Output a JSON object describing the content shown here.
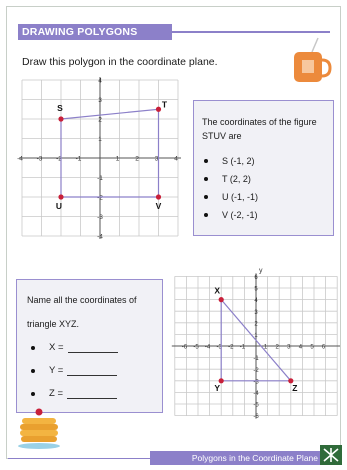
{
  "header": {
    "title": "DRAWING POLYGONS"
  },
  "instruction": "Draw this polygon in the coordinate plane.",
  "graph1": {
    "x_ticks": [
      "-4",
      "-3",
      "-2",
      "-1",
      "1",
      "2",
      "3",
      "4"
    ],
    "y_ticks": [
      "4",
      "3",
      "2",
      "1",
      "-1",
      "-2",
      "-3",
      "-4"
    ],
    "points": [
      {
        "label": "S",
        "x": -2,
        "y": 2
      },
      {
        "label": "T",
        "x": 3,
        "y": 2.5
      },
      {
        "label": "U",
        "x": -2,
        "y": -2
      },
      {
        "label": "V",
        "x": 3,
        "y": -2
      }
    ]
  },
  "box1": {
    "intro": "The coordinates of the figure STUV are",
    "items": [
      "S (-1, 2)",
      "T (2, 2)",
      "U (-1, -1)",
      "V (-2, -1)"
    ]
  },
  "graph2": {
    "axis_x": "x",
    "axis_y": "y",
    "x_ticks": [
      "-6",
      "-5",
      "-4",
      "-3",
      "-2",
      "-1",
      "1",
      "2",
      "3",
      "4",
      "5",
      "6"
    ],
    "y_ticks": [
      "6",
      "5",
      "4",
      "3",
      "2",
      "1",
      "-1",
      "-2",
      "-3",
      "-4",
      "-5",
      "-6"
    ],
    "points": [
      {
        "label": "X",
        "x": -3,
        "y": 4
      },
      {
        "label": "Y",
        "x": -3,
        "y": -3
      },
      {
        "label": "Z",
        "x": 3,
        "y": -3
      }
    ]
  },
  "box2": {
    "intro": "Name all the coordinates of triangle XYZ.",
    "items": [
      "X =",
      "Y =",
      "Z ="
    ]
  },
  "footer": {
    "text": "Polygons in the Coordinate Plane"
  },
  "icons": {
    "teabag": "teabag-icon",
    "pancake": "pancakes-icon",
    "logo": "logo-icon"
  },
  "colors": {
    "accent": "#8c80c9",
    "point": "#c8203a",
    "teabag": "#ec8a3c"
  }
}
